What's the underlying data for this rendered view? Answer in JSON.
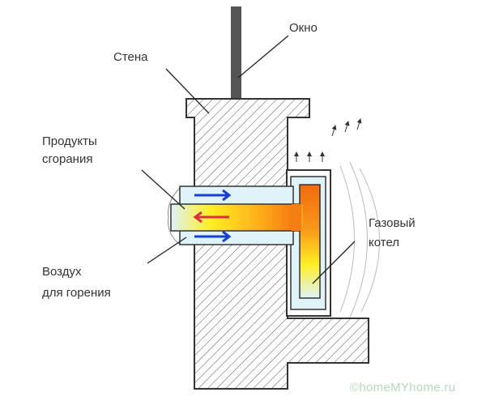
{
  "labels": {
    "window": "Окно",
    "wall": "Стена",
    "combustion_products_1": "Продукты",
    "combustion_products_2": "сгорания",
    "combustion_air_1": "Воздух",
    "combustion_air_2": "для горения",
    "gas_boiler_1": "Газовый",
    "gas_boiler_2": "котел"
  },
  "watermark": "©homeMYhome.ru",
  "colors": {
    "intake_arrow": "#1a3fd0",
    "exhaust_arrow": "#d8323a",
    "pipe_fill": "#dff3f8",
    "flame_hot": "#f26a10",
    "flame_warm": "#ffee22"
  }
}
